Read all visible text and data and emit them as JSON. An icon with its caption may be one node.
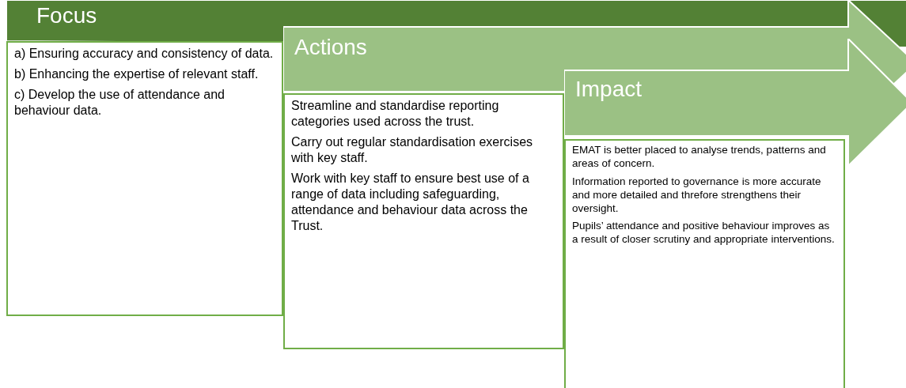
{
  "diagram": {
    "nodes": [
      {
        "text": [
          "Focus"
        ]
      },
      {
        "text": [
          "a) Ensuring accuracy and consistency of data.",
          "b) Enhancing the  expertise of relevant staff.",
          "c) Develop the use of attendance and behaviour data."
        ]
      },
      {
        "text": [
          "Actions"
        ]
      },
      {
        "text": [
          "Streamline and standardise reporting  categories used across the trust.",
          "Carry out regular standardisation exercises with key staff.",
          "Work with key staff to ensure best use of a range of data including safeguarding, attendance and behaviour data across the Trust."
        ]
      },
      {
        "text": [
          "Impact"
        ]
      },
      {
        "text": [
          "EMAT is better placed to analyse trends, patterns and areas of concern.",
          "Information reported to governance is more accurate and more detailed and threfore strengthens their oversight.",
          "Pupils’ attendance and positive behaviour improves as a result of closer scrutiny and appropriate interventions."
        ]
      }
    ]
  }
}
